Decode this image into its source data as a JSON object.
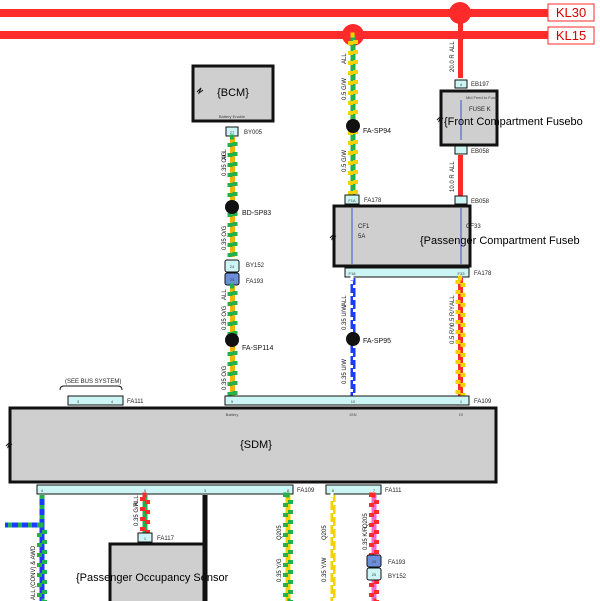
{
  "rails": [
    {
      "name": "KL30",
      "color": "#ff2a2a"
    },
    {
      "name": "KL15",
      "color": "#ff2a2a"
    }
  ],
  "modules": {
    "bcm": {
      "title": "{BCM}",
      "small": "Battery Enable"
    },
    "front_fusebox": {
      "title": "{Front Compartment Fusebo",
      "small": "Mid Feed to Fuse",
      "fuse": "FUSE K"
    },
    "passenger_fusebox": {
      "title": "{Passenger Compartment Fuseb",
      "fuse1": "CF1",
      "fuse1_amp": "5A",
      "fuse2": "CF33"
    },
    "sdm": {
      "title": "{SDM}",
      "top_label": "Battery",
      "top_label2": "IGN",
      "top_label3": "Dl"
    },
    "occupancy": {
      "title": "{Passenger Occupancy Sensor",
      "pin": "1",
      "connector": "FA117"
    }
  },
  "connectors": {
    "by005": "BY005",
    "bcm_pin": "27",
    "eb197": "EB197",
    "eb197_pin": "4",
    "eb058_top": "EB058",
    "eb058_bot": "EB058",
    "fa178_top": "FA178",
    "fa178_pin": "F1A",
    "fa178_bot": "FA178",
    "fa178_pin_l": "F18",
    "fa178_pin_r": "F33",
    "by152": "BY152",
    "by152_pin": "24",
    "fa193": "FA193",
    "fa193_pin": "24",
    "fa111_top": "FA111",
    "fa109_top": "FA109",
    "sdm_top_pins": [
      "3",
      "4",
      "9",
      "10",
      "1"
    ],
    "fa109_bot": "FA109",
    "fa111_bot": "FA111",
    "sdm_bot_pins": [
      "4",
      "5",
      "3",
      "8",
      "6",
      "7"
    ],
    "fa193_bot": "FA193",
    "by152_bot": "BY152",
    "bot_pin_a": "25",
    "bot_pin_b": "25"
  },
  "splices": [
    "FA-SP94",
    "BD-SP83",
    "FA-SP114",
    "FA-SP95"
  ],
  "wires": {
    "bcm_out": "0.35 O/G",
    "bcm_out_top": "ALL",
    "kl15_drop": "0.5 G/W",
    "kl15_all": "ALL",
    "kl30_drop": "20.0 R",
    "kl30_all": "ALL",
    "fuse_link": "10.0 R",
    "fuse_link_all": "ALL",
    "bd_to_sdm_1": "0.35 O/G",
    "bd_to_sdm_1_all": "ALL",
    "bd_to_sdm_2": "0.35 O/G",
    "bd_to_sdm_2_all": "ALL",
    "fa_to_sdm": "0.35 U/W",
    "fa_to_sdm_all": "ALL",
    "fa_to_sdm2": "0.35 U/W",
    "fuse_to_sdm": "0.5 R/Y",
    "fuse_to_sdm_all": "ALL",
    "bus_system": "(SEE BUS SYSTEM)",
    "occ_wire": "0.35 G/R",
    "occ_all": "ALL",
    "left_wire": "ALL (CONV) & AWD",
    "bot_w1": "0.35 Y/G",
    "bot_w2": "0.35 Y/W",
    "bot_w3": "0.35 K/R",
    "bot_code": "Q205"
  }
}
